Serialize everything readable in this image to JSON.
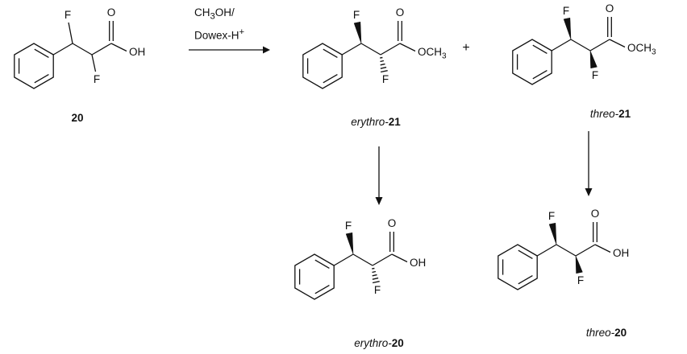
{
  "scheme": {
    "reagents": {
      "line1_main": "CH",
      "line1_sub": "3",
      "line1_rest": "OH/",
      "line2_main": "Dowex-H",
      "line2_sup": "+"
    },
    "plus_sign": "+",
    "molecules": {
      "compound20": {
        "f_top": "F",
        "f_bottom": "F",
        "carbonyl_o": "O",
        "o_group_main": "OH",
        "o_group_sub": "",
        "label_prefix": "",
        "label_number": "20",
        "stereo": "none"
      },
      "erythro21": {
        "f_top": "F",
        "f_bottom": "F",
        "carbonyl_o": "O",
        "o_group_main": "OCH",
        "o_group_sub": "3",
        "label_prefix": "erythro-",
        "label_number": "21",
        "stereo": "wedge-hash"
      },
      "threo21": {
        "f_top": "F",
        "f_bottom": "F",
        "carbonyl_o": "O",
        "o_group_main": "OCH",
        "o_group_sub": "3",
        "label_prefix": "threo-",
        "label_number": "21",
        "stereo": "wedge-wedge"
      },
      "erythro20": {
        "f_top": "F",
        "f_bottom": "F",
        "carbonyl_o": "O",
        "o_group_main": "OH",
        "o_group_sub": "",
        "label_prefix": "erythro-",
        "label_number": "20",
        "stereo": "wedge-hash"
      },
      "threo20": {
        "f_top": "F",
        "f_bottom": "F",
        "carbonyl_o": "O",
        "o_group_main": "OH",
        "o_group_sub": "",
        "label_prefix": "threo-",
        "label_number": "20",
        "stereo": "wedge-wedge"
      }
    }
  }
}
